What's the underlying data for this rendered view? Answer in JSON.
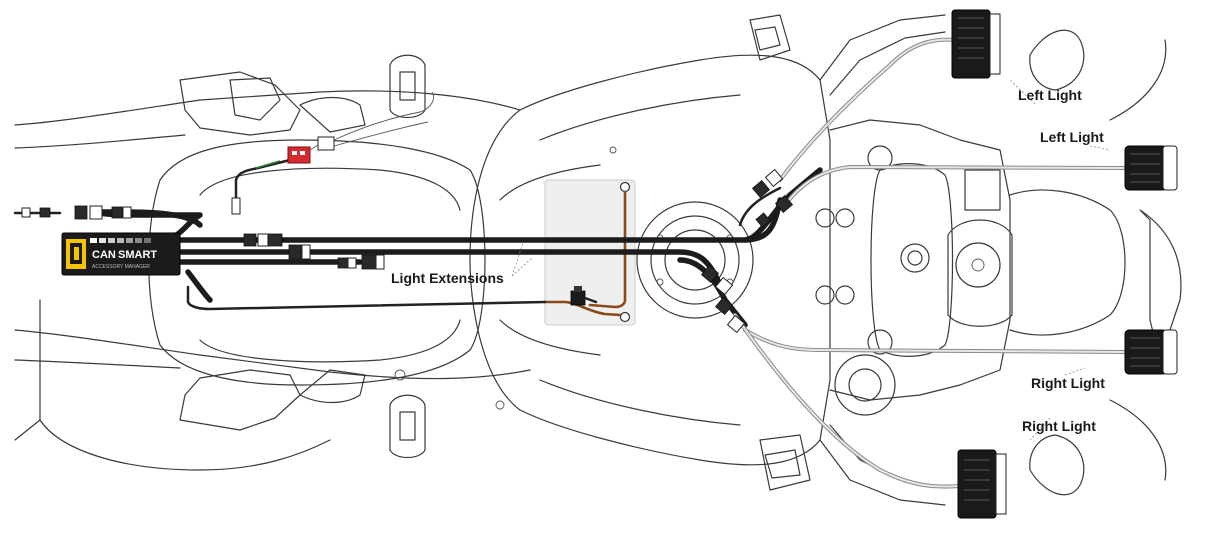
{
  "controller": {
    "brand_prefix": "CAN",
    "brand_suffix": "SMART",
    "subtitle": "ACCESSORY MANAGER"
  },
  "labels": {
    "light_extensions": "Light Extensions",
    "left_light_outer": "Left Light",
    "left_light_inner": "Left Light",
    "right_light_inner": "Right Light",
    "right_light_outer": "Right Light"
  },
  "colors": {
    "controller_body": "#1b1b1b",
    "brand_accent": "#f2c500",
    "cable": "#1c1c1c",
    "power_lead": "#8a4a18",
    "relay_red": "#d8292f",
    "battery_panel": "#eef0f0"
  }
}
